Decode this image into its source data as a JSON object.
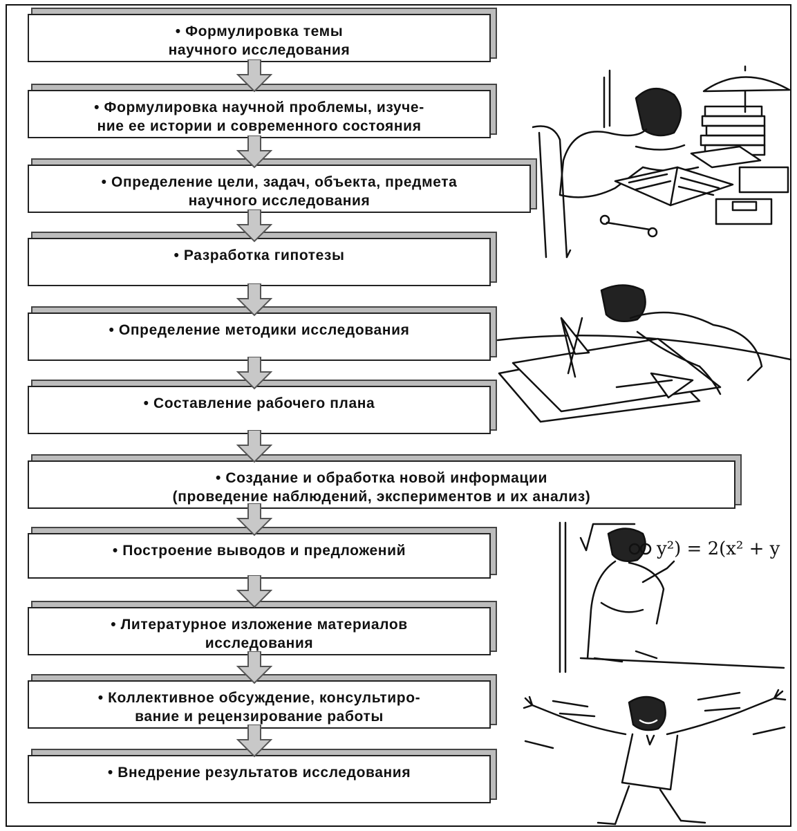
{
  "steps": [
    {
      "text": "• Формулировка темы\nнаучного исследования"
    },
    {
      "text": "• Формулировка научной проблемы, изуче-\nние ее истории и современного состояния"
    },
    {
      "text": "• Определение цели, задач, объекта, предмета\nнаучного исследования"
    },
    {
      "text": "• Разработка гипотезы"
    },
    {
      "text": "• Определение методики исследования"
    },
    {
      "text": "• Составление рабочего плана"
    },
    {
      "text": "• Создание и обработка новой информации\n(проведение наблюдений, экспериментов и их анализ)"
    },
    {
      "text": "• Построение выводов и предложений"
    },
    {
      "text": "• Литературное изложение материалов\nисследования"
    },
    {
      "text": "• Коллективное обсуждение, консультиро-\nвание и рецензирование работы"
    },
    {
      "text": "• Внедрение результатов исследования"
    }
  ],
  "illustrations": [
    {
      "name": "scientist-reading-books-illustration"
    },
    {
      "name": "scientist-drafting-illustration"
    },
    {
      "name": "scientist-at-blackboard-illustration"
    },
    {
      "name": "scientist-celebrating-illustration"
    }
  ],
  "blackboard_formula": "y²) = 2(x² + y"
}
